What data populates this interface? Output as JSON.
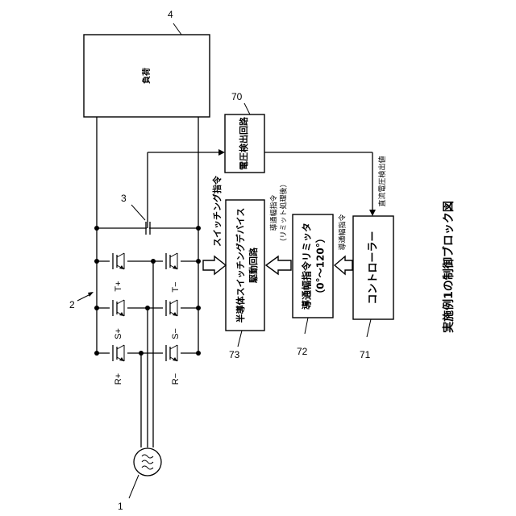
{
  "refs": {
    "motor": "1",
    "inverter": "2",
    "capacitor": "3",
    "load": "4",
    "voltage_detector": "70",
    "controller": "71",
    "limiter": "72",
    "driver": "73"
  },
  "blocks": {
    "load_label": "負荷",
    "voltage_detector_label": "電圧検出回路",
    "controller_label": "コントローラー",
    "limiter_line1": "導通幅指令リミッタ",
    "limiter_line2": "（0°～120°）",
    "driver_line1": "半導体スイッチングデバイス",
    "driver_line2": "駆動回路"
  },
  "signals": {
    "switching_command": "スイッチング指令",
    "dc_voltage_detection": "直流電圧検出値",
    "conduction_width_command": "導通幅指令",
    "conduction_width_command_limited_line1": "導通幅指令",
    "conduction_width_command_limited_line2": "（リミット処理後）"
  },
  "switches": {
    "r_plus": "R+",
    "r_minus": "R−",
    "s_plus": "S+",
    "s_minus": "S−",
    "t_plus": "T+",
    "t_minus": "T−"
  },
  "caption": "実施例1の制御ブロック図"
}
